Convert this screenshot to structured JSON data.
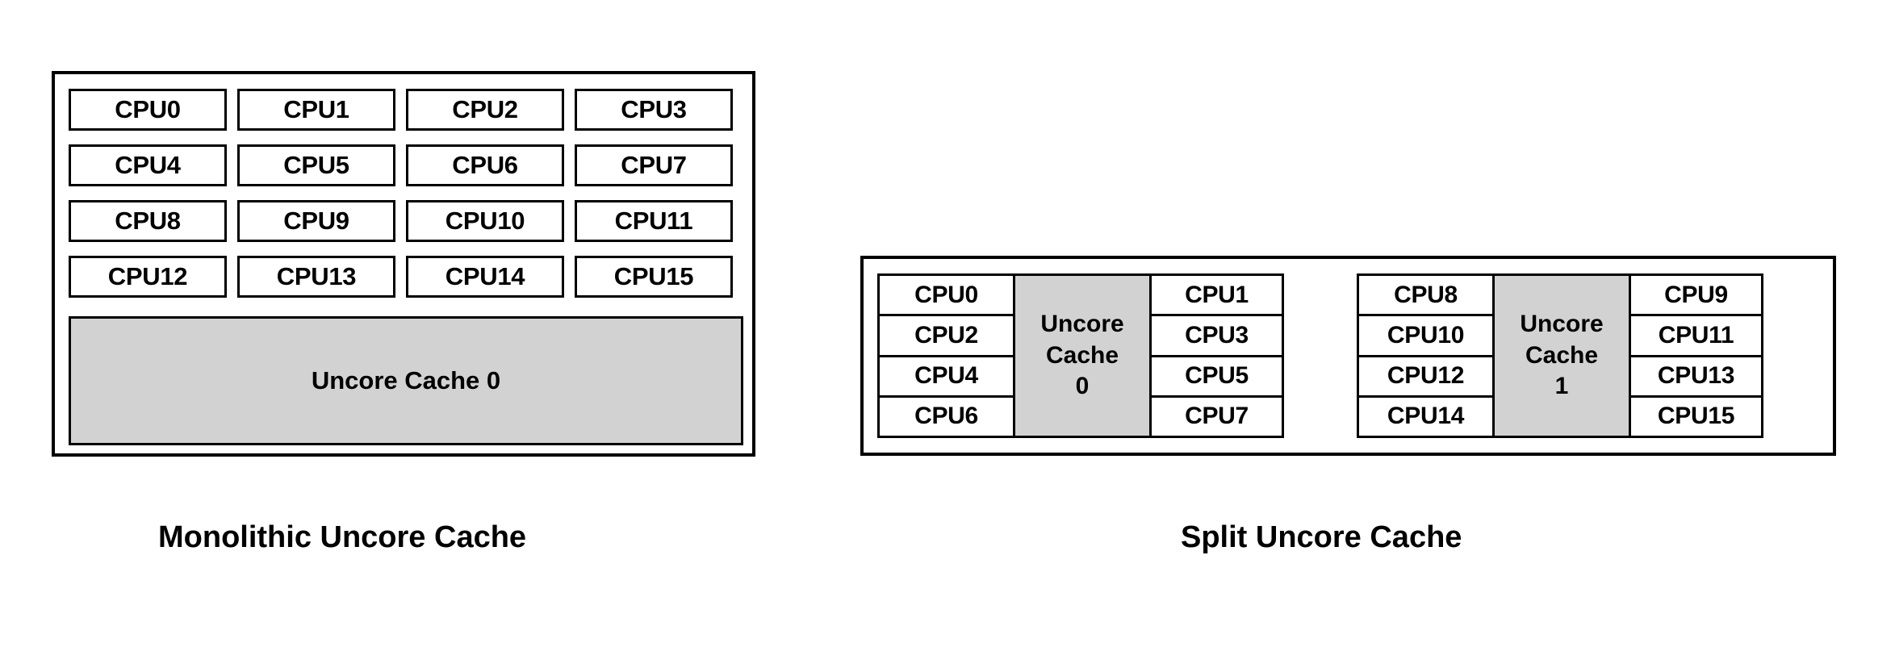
{
  "diagram": {
    "title_left": "Monolithic Uncore Cache",
    "title_right": "Split Uncore Cache",
    "colors": {
      "cache_fill": "#d2d2d2",
      "border": "#000000",
      "cell_fill": "#ffffff",
      "background": "#ffffff",
      "text": "#000000"
    }
  },
  "monolithic": {
    "cpu_rows": [
      [
        "CPU0",
        "CPU1",
        "CPU2",
        "CPU3"
      ],
      [
        "CPU4",
        "CPU5",
        "CPU6",
        "CPU7"
      ],
      [
        "CPU8",
        "CPU9",
        "CPU10",
        "CPU11"
      ],
      [
        "CPU12",
        "CPU13",
        "CPU14",
        "CPU15"
      ]
    ],
    "cache_label": "Uncore Cache 0",
    "caption": "Monolithic Uncore Cache"
  },
  "split": {
    "caption": "Split Uncore Cache",
    "clusters": [
      {
        "left_column": [
          "CPU0",
          "CPU2",
          "CPU4",
          "CPU6"
        ],
        "cache_line1": "Uncore",
        "cache_line2": "Cache",
        "cache_line3": "0",
        "right_column": [
          "CPU1",
          "CPU3",
          "CPU5",
          "CPU7"
        ]
      },
      {
        "left_column": [
          "CPU8",
          "CPU10",
          "CPU12",
          "CPU14"
        ],
        "cache_line1": "Uncore",
        "cache_line2": "Cache",
        "cache_line3": "1",
        "right_column": [
          "CPU9",
          "CPU11",
          "CPU13",
          "CPU15"
        ]
      }
    ]
  }
}
